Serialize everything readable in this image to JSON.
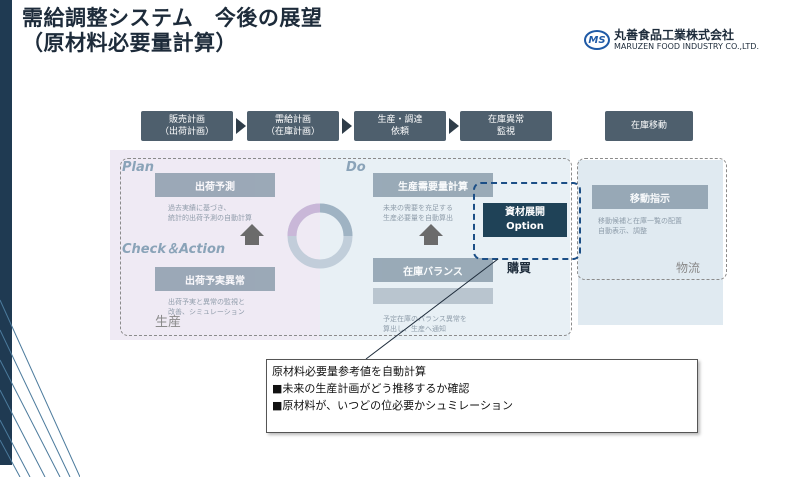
{
  "title": "需給調整システム　今後の展望\n（原材料必要量計算）",
  "logo": {
    "mark": "MS",
    "jp": "丸善食品工業株式会社",
    "en": "MARUZEN FOOD INDUSTRY CO.,LTD."
  },
  "flow": [
    {
      "line1": "販売計画",
      "line2": "（出荷計画）"
    },
    {
      "line1": "需給計画",
      "line2": "（在庫計画）"
    },
    {
      "line1": "生産・調達",
      "line2": "依頼"
    },
    {
      "line1": "在庫異常",
      "line2": "監視"
    }
  ],
  "flow_extra": {
    "line1": "在庫移動"
  },
  "labels": {
    "plan": "Plan",
    "do": "Do",
    "check_action": "Check＆Action",
    "production": "生産",
    "logistics": "物流",
    "purchase": "購買"
  },
  "boxes": {
    "shipment_forecast": "出荷予測",
    "shipment_actual": "出荷予実異常",
    "production_demand": "生産需要量計算",
    "inventory_balance": "在庫バランス",
    "material_expansion": "資材展開",
    "material_option": "Option",
    "transfer": "移動指示"
  },
  "faint_texts": {
    "t1": "過去実績に基づき、",
    "t2": "統計的出荷予測の自動計算",
    "t3": "未来の需要を充足する",
    "t4": "生産必要量を自動算出",
    "t5": "出荷予実と異常の監視と",
    "t6": "改善、シミュレーション",
    "t7": "予定在庫のバランス異常を",
    "t8": "算出し、生産へ通知",
    "t9": "移動候補と在庫一覧の配置",
    "t10": "自動表示、調整"
  },
  "callout": {
    "title": "原材料必要量参考値を自動計算",
    "bullet1": "■未来の生産計画がどう推移するか確認",
    "bullet2": "■原材料が、いつどの位必要かシュミレーション"
  },
  "colors": {
    "sidebar": "#1f3a52",
    "step": "#4e5f6d",
    "highlight": "#1b4e86",
    "option_box": "#1f4257"
  }
}
